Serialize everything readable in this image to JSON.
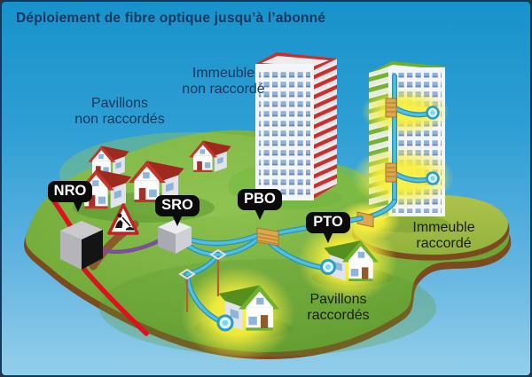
{
  "title": "Déploiement de fibre optique jusqu’à l’abonné",
  "areas": {
    "pavillons_non": {
      "line1": "Pavillons",
      "line2": "non raccordés"
    },
    "immeuble_non": {
      "line1": "Immeuble",
      "line2": "non raccordé"
    },
    "immeuble_rac": {
      "line1": "Immeuble",
      "line2": "raccordé"
    },
    "pavillons_rac": {
      "line1": "Pavillons",
      "line2": "raccordés"
    }
  },
  "nodes": {
    "nro": "NRO",
    "sro": "SRO",
    "pbo": "PBO",
    "pto": "PTO"
  },
  "colors": {
    "sky_top": "#1792CB",
    "sky_bottom": "#93CEEA",
    "island_green": "#74AC3C",
    "hill_light_green": "#A6BD43",
    "soil_brown": "#7C4A1F",
    "fiber_cyan": "#4FC0E0",
    "cable_purple": "#7D4E9B",
    "cable_red": "#DE1120",
    "glow_yellow": "#F8EE3C",
    "tag_background": "#0B0B0B",
    "sky_label_text": "#14375E",
    "ground_label_text": "#1D1D1B"
  }
}
